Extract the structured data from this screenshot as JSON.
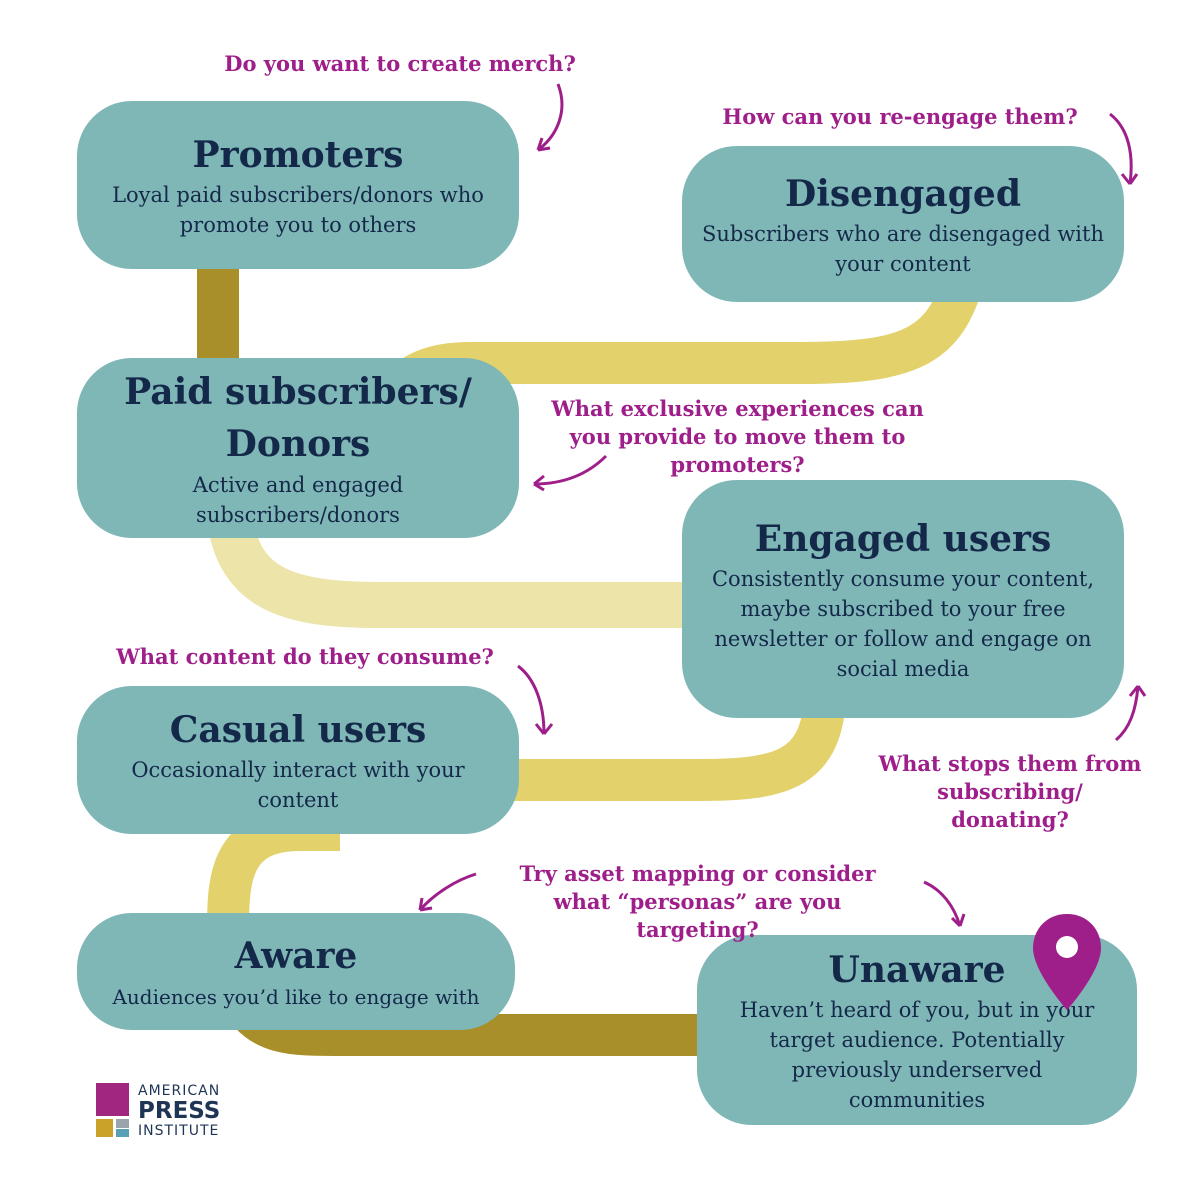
{
  "colors": {
    "box_fill": "#7fb6b6",
    "heading": "#14294a",
    "question": "#9e1f8a",
    "path_dark": "#a88f2a",
    "path_mid": "#e3d26b",
    "path_light": "#ece4a8"
  },
  "stages": [
    {
      "key": "promoters",
      "title": "Promoters",
      "description": "Loyal paid subscribers/donors who\npromote you to others"
    },
    {
      "key": "disengaged",
      "title": "Disengaged",
      "description": "Subscribers who are disengaged with\nyour content"
    },
    {
      "key": "paid",
      "title": "Paid subscribers/\nDonors",
      "description": "Active and engaged\nsubscribers/donors"
    },
    {
      "key": "engaged",
      "title": "Engaged users",
      "description": "Consistently consume your content,\nmaybe subscribed to your free\nnewsletter or follow and engage on\nsocial media"
    },
    {
      "key": "casual",
      "title": "Casual users",
      "description": "Occasionally interact with your\ncontent"
    },
    {
      "key": "aware",
      "title": "Aware",
      "description": "Audiences you’d like to engage with"
    },
    {
      "key": "unaware",
      "title": "Unaware",
      "description": "Haven’t heard of you, but in your\ntarget audience. Potentially\npreviously underserved\ncommunities"
    }
  ],
  "questions": [
    {
      "key": "merch",
      "text": "Do you want to create merch?"
    },
    {
      "key": "reengage",
      "text": "How can you re-engage them?"
    },
    {
      "key": "exclusive",
      "text": "What exclusive experiences can\nyou provide  to move them to\npromoters?"
    },
    {
      "key": "content",
      "text": "What content do they consume?"
    },
    {
      "key": "stops",
      "text": "What stops them from\nsubscribing/\ndonating?"
    },
    {
      "key": "asset",
      "text": "Try asset mapping or consider\nwhat “personas” are you\ntargeting?"
    }
  ],
  "logo": {
    "line1": "AMERICAN",
    "line2": "PRESS",
    "line3": "INSTITUTE"
  },
  "icons": {
    "pin": "location-pin-icon"
  }
}
